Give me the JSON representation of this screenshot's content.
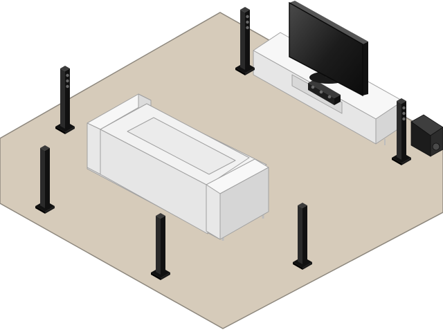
{
  "scene": {
    "kind": "isometric room layout",
    "colors": {
      "background": "#ffffff",
      "floor": "#d6cbba",
      "floor_edge": "#8d877d",
      "furniture_top": "#f7f7f7",
      "furniture_left": "#e6e6e6",
      "furniture_right": "#d6d6d6",
      "furniture_edge": "#a0a0a0",
      "speaker_dark": "#111111",
      "speaker_mid": "#2a2a2a",
      "speaker_light": "#3c3c3c",
      "driver": "#6a6a6a",
      "screen_dark": "#101010",
      "screen_light": "#4a4a4a"
    },
    "objects": [
      {
        "id": "floor",
        "icon": "floor-rug"
      },
      {
        "id": "sofa",
        "icon": "sofa-icon"
      },
      {
        "id": "tv-stand",
        "icon": "tv-stand"
      },
      {
        "id": "television",
        "icon": "tv-icon"
      },
      {
        "id": "center-speaker",
        "icon": "center-speaker-icon"
      },
      {
        "id": "subwoofer",
        "icon": "subwoofer-icon"
      },
      {
        "id": "front-left-speaker",
        "icon": "tower-speaker-icon"
      },
      {
        "id": "front-right-speaker",
        "icon": "tower-speaker-icon"
      },
      {
        "id": "side-left-speaker",
        "icon": "tower-speaker-icon"
      },
      {
        "id": "surround-left-speaker",
        "icon": "tower-speaker-icon"
      },
      {
        "id": "rear-left-speaker",
        "icon": "tower-speaker-icon"
      },
      {
        "id": "rear-right-speaker",
        "icon": "tower-speaker-icon"
      }
    ]
  }
}
